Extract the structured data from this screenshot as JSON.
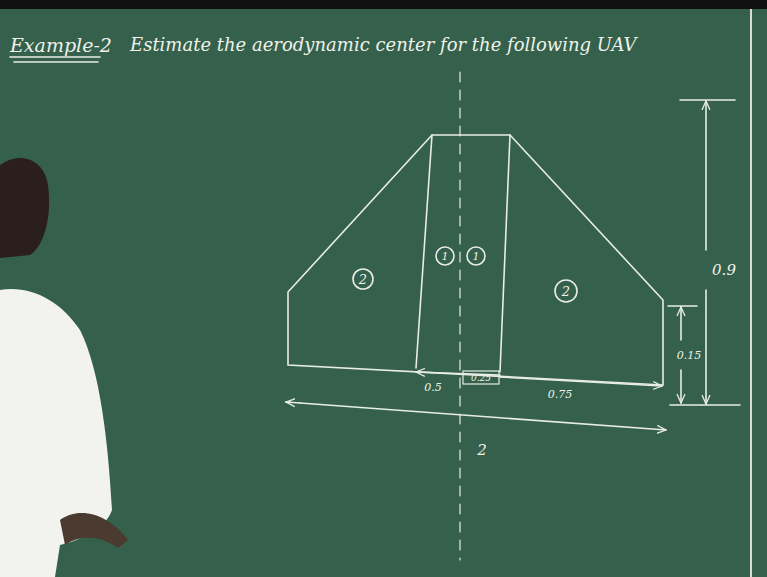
{
  "diagram": {
    "title": "Example-2",
    "labels": [
      "Estimate the aerodynamic center for the following UAV",
      "2",
      "1",
      "1",
      "2",
      "0.9",
      "0.15",
      "0.25",
      "0.5",
      "0.75",
      "2"
    ]
  }
}
